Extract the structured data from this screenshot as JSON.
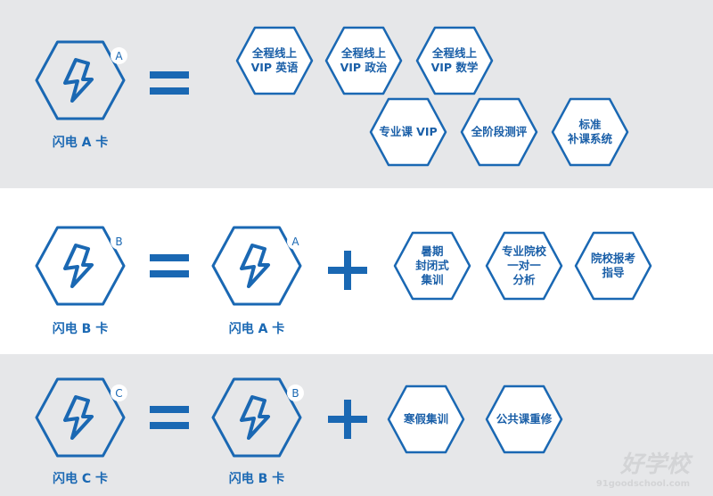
{
  "colors": {
    "accent": "#1a68b3",
    "band": "#e6e7e9"
  },
  "rows": [
    {
      "card": {
        "name": "闪电 A 卡",
        "badge": "A"
      },
      "operator": "=",
      "items": [
        "全程线上\nVIP 英语",
        "全程线上\nVIP 政治",
        "全程线上\nVIP 数学",
        "专业课 VIP",
        "全阶段测评",
        "标准\n补课系统"
      ]
    },
    {
      "card": {
        "name": "闪电 B 卡",
        "badge": "B"
      },
      "base": {
        "name": "闪电 A 卡",
        "badge": "A"
      },
      "operator": "=",
      "plus": "+",
      "items": [
        "暑期\n封闭式\n集训",
        "专业院校\n一对一\n分析",
        "院校报考\n指导"
      ]
    },
    {
      "card": {
        "name": "闪电 C 卡",
        "badge": "C"
      },
      "base": {
        "name": "闪电 B 卡",
        "badge": "B"
      },
      "operator": "=",
      "plus": "+",
      "items": [
        "寒假集训",
        "公共课重修"
      ]
    }
  ],
  "watermark": {
    "logo": "好学校",
    "url": "91goodschool.com"
  }
}
